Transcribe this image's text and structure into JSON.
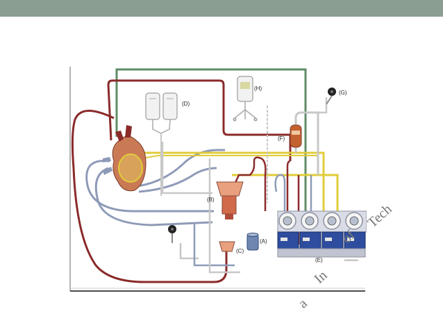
{
  "slide": {
    "header_color": "#8a9e92",
    "background_color": "#ffffff"
  },
  "diagram": {
    "labels": {
      "A": "(A)",
      "B": "(B)",
      "C": "(C)",
      "D": "(D)",
      "E": "(E)",
      "F": "(F)",
      "G": "(G)",
      "H": "(H)"
    },
    "pump_code": "DDR02063",
    "colors": {
      "arterial": "#8b2a2a",
      "venous": "#8e9bb8",
      "cardioplegia": "#e0cc3a",
      "gas": "#5e8c66",
      "tubing": "#c8c8c8"
    }
  },
  "watermark": {
    "line1": "Tech",
    "line2": "of",
    "line3": "In",
    "line4": "a"
  }
}
